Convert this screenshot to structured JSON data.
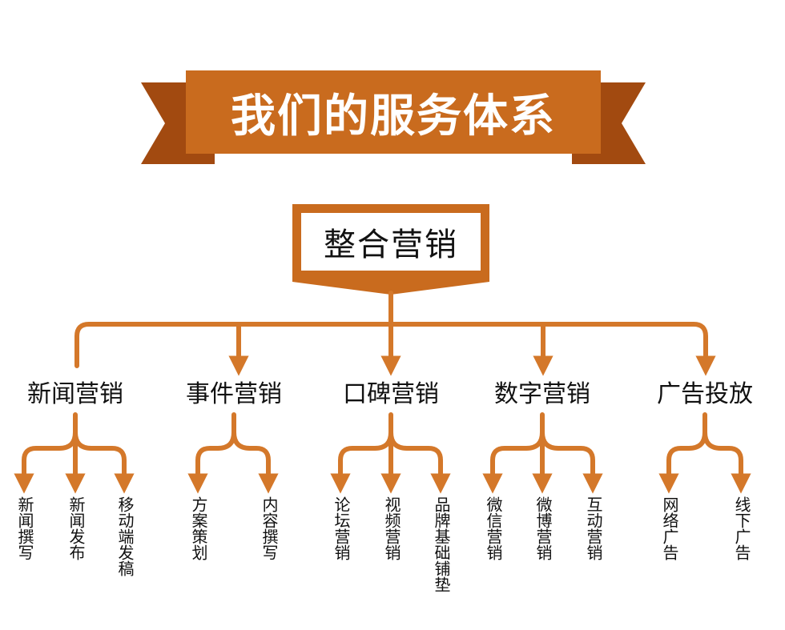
{
  "title": "我们的服务体系",
  "root": "整合营销",
  "categories": [
    {
      "label": "新闻营销",
      "items": [
        "新闻撰写",
        "新闻发布",
        "移动端发稿"
      ]
    },
    {
      "label": "事件营销",
      "items": [
        "方案策划",
        "内容撰写"
      ]
    },
    {
      "label": "口碑营销",
      "items": [
        "论坛营销",
        "视频营销",
        "品牌基础铺垫"
      ]
    },
    {
      "label": "数字营销",
      "items": [
        "微信营销",
        "微博营销",
        "互动营销"
      ]
    },
    {
      "label": "广告投放",
      "items": [
        "网络广告",
        "线下广告"
      ]
    }
  ],
  "colors": {
    "accent": "#C96B1E",
    "ribbon_dark": "#A24A10",
    "connector": "#D4782A",
    "text": "#111111",
    "title_text": "#FFFFFF"
  }
}
